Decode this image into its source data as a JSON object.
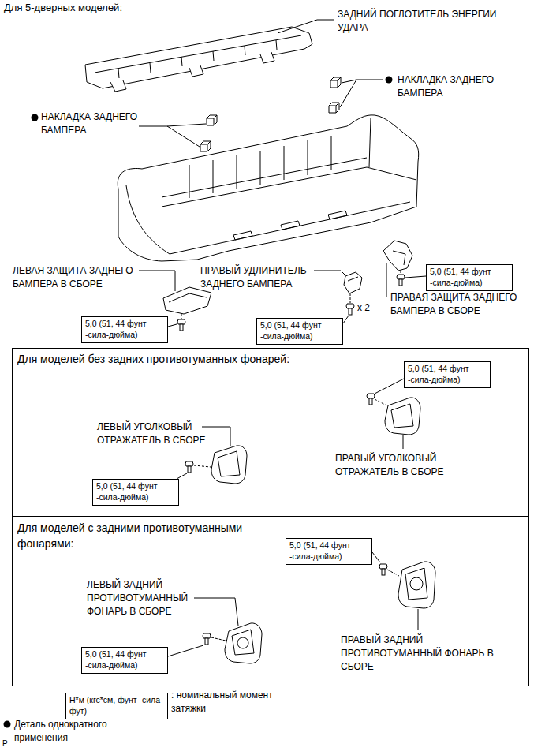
{
  "diagram": {
    "title": "Для 5-дверных моделей:",
    "nodes": [
      {
        "text": [
          "5,0 (51, 44 фунт -сила-дюйма)"
        ]
      },
      {
        "text": [
          "5,0 (51, 44 фунт -сила-дюйма)"
        ]
      },
      {
        "text": [
          "5,0 (51, 44 фунт -сила-дюйма)"
        ]
      },
      {
        "text": [
          "Для моделей без задних противотуманных фонарей:"
        ]
      },
      {
        "text": [
          "5,0 (51, 44 фунт -сила-дюйма)"
        ],
        "in": 3
      },
      {
        "text": [
          "5,0 (51, 44 фунт -сила-дюйма)"
        ],
        "in": 3
      },
      {
        "text": [
          "Для моделей с задними противотуманными фонарями:"
        ]
      },
      {
        "text": [
          "5,0 (51, 44 фунт -сила-дюйма)"
        ],
        "in": 6
      },
      {
        "text": [
          "5,0 (51, 44 фунт -сила-дюйма)"
        ],
        "in": 6
      },
      {
        "text": [
          "Н*м (кгс*см, фунт -сила-фут)"
        ]
      }
    ],
    "labels": [
      "ЗАДНИЙ ПОГЛОТИТЕЛЬ ЭНЕРГИИ УДАРА",
      "НАКЛАДКА ЗАДНЕГО БАМПЕРА",
      "НАКЛАДКА ЗАДНЕГО БАМПЕРА",
      "ЛЕВАЯ ЗАЩИТА ЗАДНЕГО БАМПЕРА В СБОРЕ",
      "ПРАВЫЙ УДЛИНИТЕЛЬ ЗАДНЕГО БАМПЕРА",
      "ПРАВАЯ ЗАЩИТА ЗАДНЕГО БАМПЕРА В СБОРЕ",
      "x 2",
      "ЛЕВЫЙ УГОЛКОВЫЙ ОТРАЖАТЕЛЬ В СБОРЕ",
      "ПРАВЫЙ УГОЛКОВЫЙ ОТРАЖАТЕЛЬ В СБОРЕ",
      "ЛЕВЫЙ ЗАДНИЙ ПРОТИВОТУМАННЫЙ ФОНАРЬ В СБОРЕ",
      "ПРАВЫЙ ЗАДНИЙ ПРОТИВОТУМАННЫЙ ФОНАРЬ В СБОРЕ",
      "P"
    ],
    "legend": [
      {
        "text": ": номинальный момент затяжки"
      },
      {
        "text": "Деталь однократного применения"
      }
    ]
  }
}
